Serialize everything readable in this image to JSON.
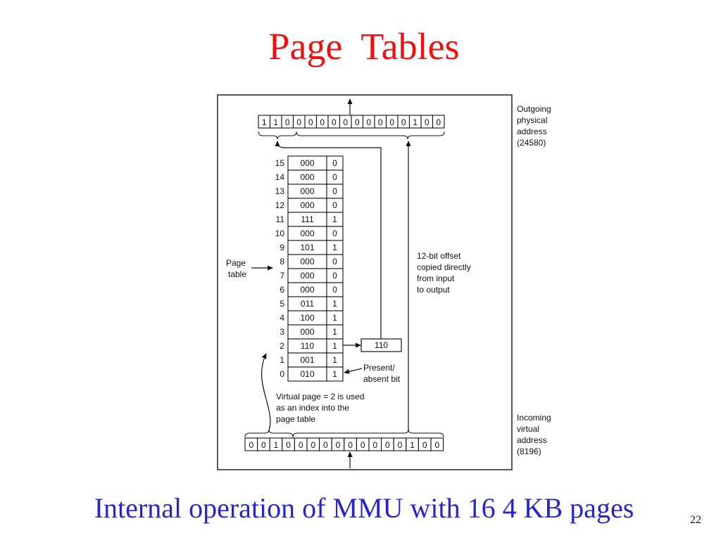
{
  "title": "Page  Tables",
  "caption": "Internal operation of MMU with 16 4 KB pages",
  "slide_number": "22",
  "colors": {
    "title": "#ee1111",
    "caption": "#2727c8",
    "diagram_ink": "#111111",
    "diagram_border": "#222222"
  },
  "physical_address": {
    "bits": [
      "1",
      "1",
      "0",
      "0",
      "0",
      "0",
      "0",
      "0",
      "0",
      "0",
      "0",
      "0",
      "0",
      "1",
      "0",
      "0"
    ],
    "label": [
      "Outgoing",
      "physical",
      "address",
      "(24580)"
    ]
  },
  "virtual_address": {
    "bits": [
      "0",
      "0",
      "1",
      "0",
      "0",
      "0",
      "0",
      "0",
      "0",
      "0",
      "0",
      "0",
      "0",
      "1",
      "0",
      "0"
    ],
    "label": [
      "Incoming",
      "virtual",
      "address",
      "(8196)"
    ]
  },
  "page_table": {
    "label": [
      "Page",
      "table"
    ],
    "entries": [
      {
        "index": "15",
        "frame": "000",
        "present": "0"
      },
      {
        "index": "14",
        "frame": "000",
        "present": "0"
      },
      {
        "index": "13",
        "frame": "000",
        "present": "0"
      },
      {
        "index": "12",
        "frame": "000",
        "present": "0"
      },
      {
        "index": "11",
        "frame": "111",
        "present": "1"
      },
      {
        "index": "10",
        "frame": "000",
        "present": "0"
      },
      {
        "index": "9",
        "frame": "101",
        "present": "1"
      },
      {
        "index": "8",
        "frame": "000",
        "present": "0"
      },
      {
        "index": "7",
        "frame": "000",
        "present": "0"
      },
      {
        "index": "6",
        "frame": "000",
        "present": "0"
      },
      {
        "index": "5",
        "frame": "011",
        "present": "1"
      },
      {
        "index": "4",
        "frame": "100",
        "present": "1"
      },
      {
        "index": "3",
        "frame": "000",
        "present": "1"
      },
      {
        "index": "2",
        "frame": "110",
        "present": "1"
      },
      {
        "index": "1",
        "frame": "001",
        "present": "1"
      },
      {
        "index": "0",
        "frame": "010",
        "present": "1"
      }
    ]
  },
  "frame_output": "110",
  "present_bit_label": [
    "Present/",
    "absent bit"
  ],
  "offset_label": [
    "12-bit offset",
    "copied directly",
    "from input",
    "to output"
  ],
  "virtual_page_label": [
    "Virtual page = 2 is used",
    "as an index into the",
    "page table"
  ]
}
